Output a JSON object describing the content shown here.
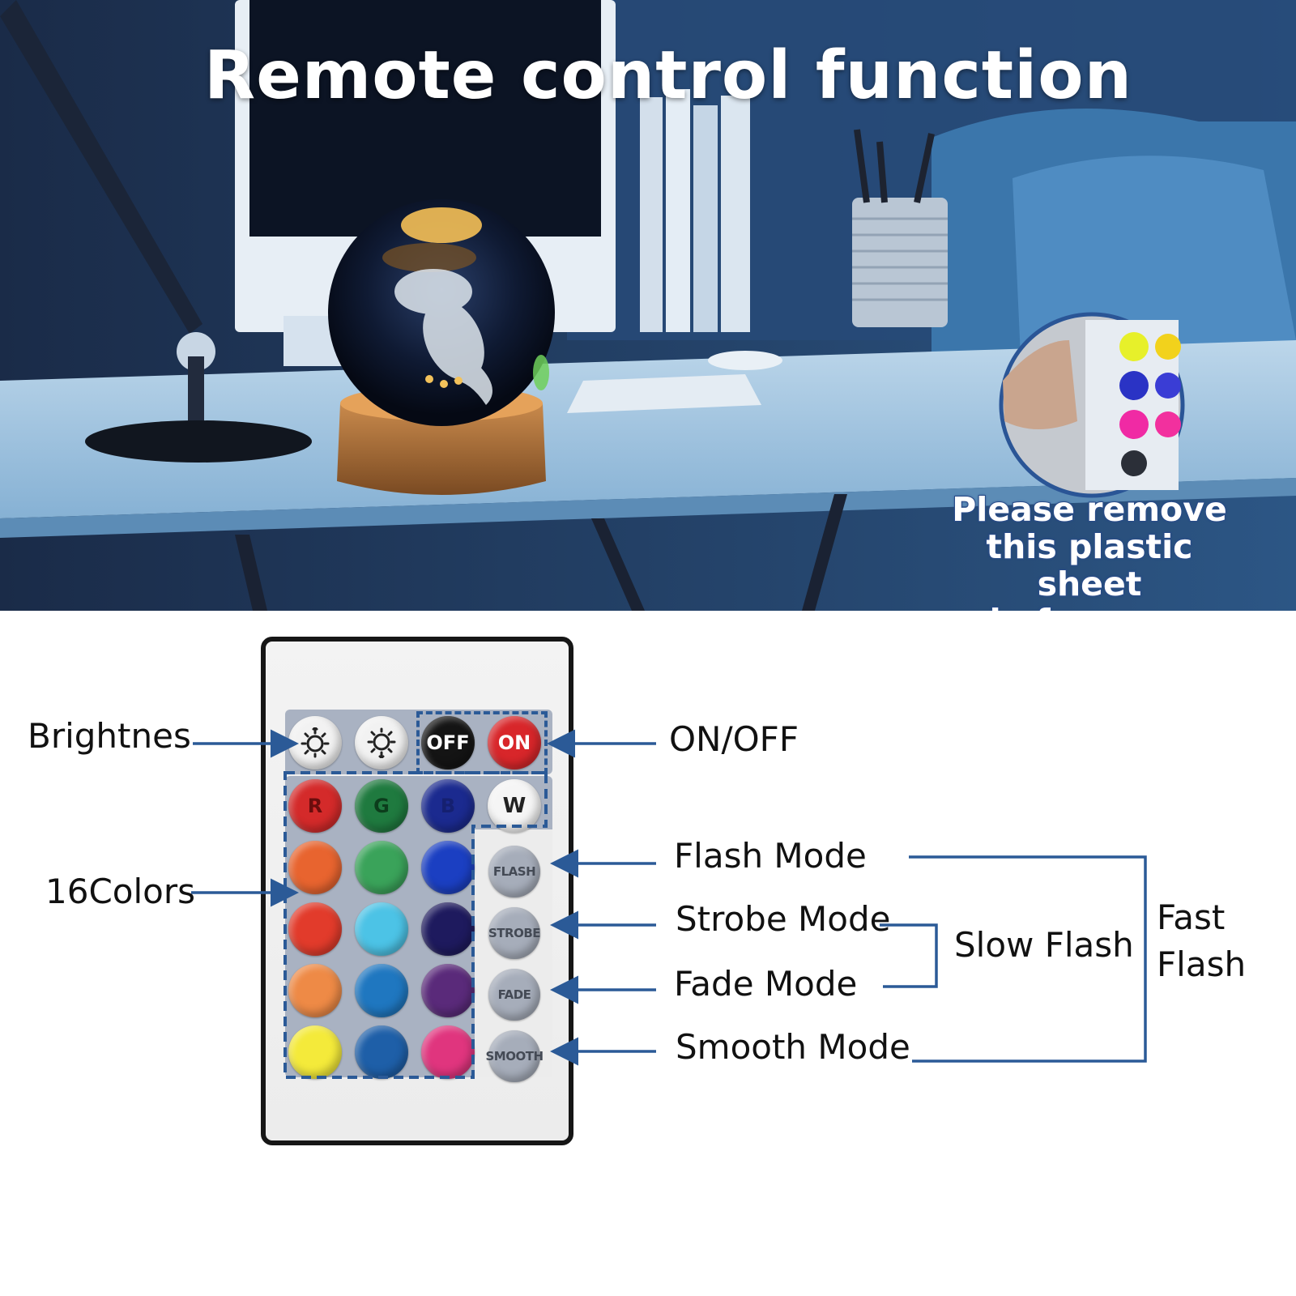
{
  "hero": {
    "title": "Remote control function",
    "sheet_note_lines": [
      "Please remove",
      "this plastic sheet",
      "before use"
    ]
  },
  "remote": {
    "brightness_up_icon": "sun-up-icon",
    "brightness_down_icon": "sun-down-icon",
    "off_label": "OFF",
    "on_label": "ON",
    "top_row_colors": {
      "red": "#d42a2a",
      "green": "#1f7a3f",
      "blue": "#1b2a8f",
      "white": "#f5f5f5"
    },
    "r_label": "R",
    "g_label": "G",
    "b_label": "B",
    "w_label": "W",
    "color_grid": [
      [
        "#e8642f",
        "#3aa35a",
        "#1b3fc2"
      ],
      [
        "#e23b2b",
        "#4cc3e6",
        "#1e1a5e"
      ],
      [
        "#ee8a46",
        "#1f77c0",
        "#5a2a7a"
      ],
      [
        "#f4ea3a",
        "#1e5fa8",
        "#e0357e"
      ]
    ],
    "modes": [
      "FLASH",
      "STROBE",
      "FADE",
      "SMOOTH"
    ]
  },
  "callouts": {
    "brightness": "Brightnes",
    "colors": "16Colors",
    "on_off": "ON/OFF",
    "flash_mode": "Flash Mode",
    "strobe_mode": "Strobe Mode",
    "fade_mode": "Fade Mode",
    "smooth_mode": "Smooth Mode",
    "slow_flash": "Slow Flash",
    "fast_flash_lines": [
      "Fast",
      "Flash"
    ]
  },
  "colors": {
    "accent": "#2b5a97",
    "remote_body": "#ececec",
    "panel": "#a9b2c2"
  }
}
